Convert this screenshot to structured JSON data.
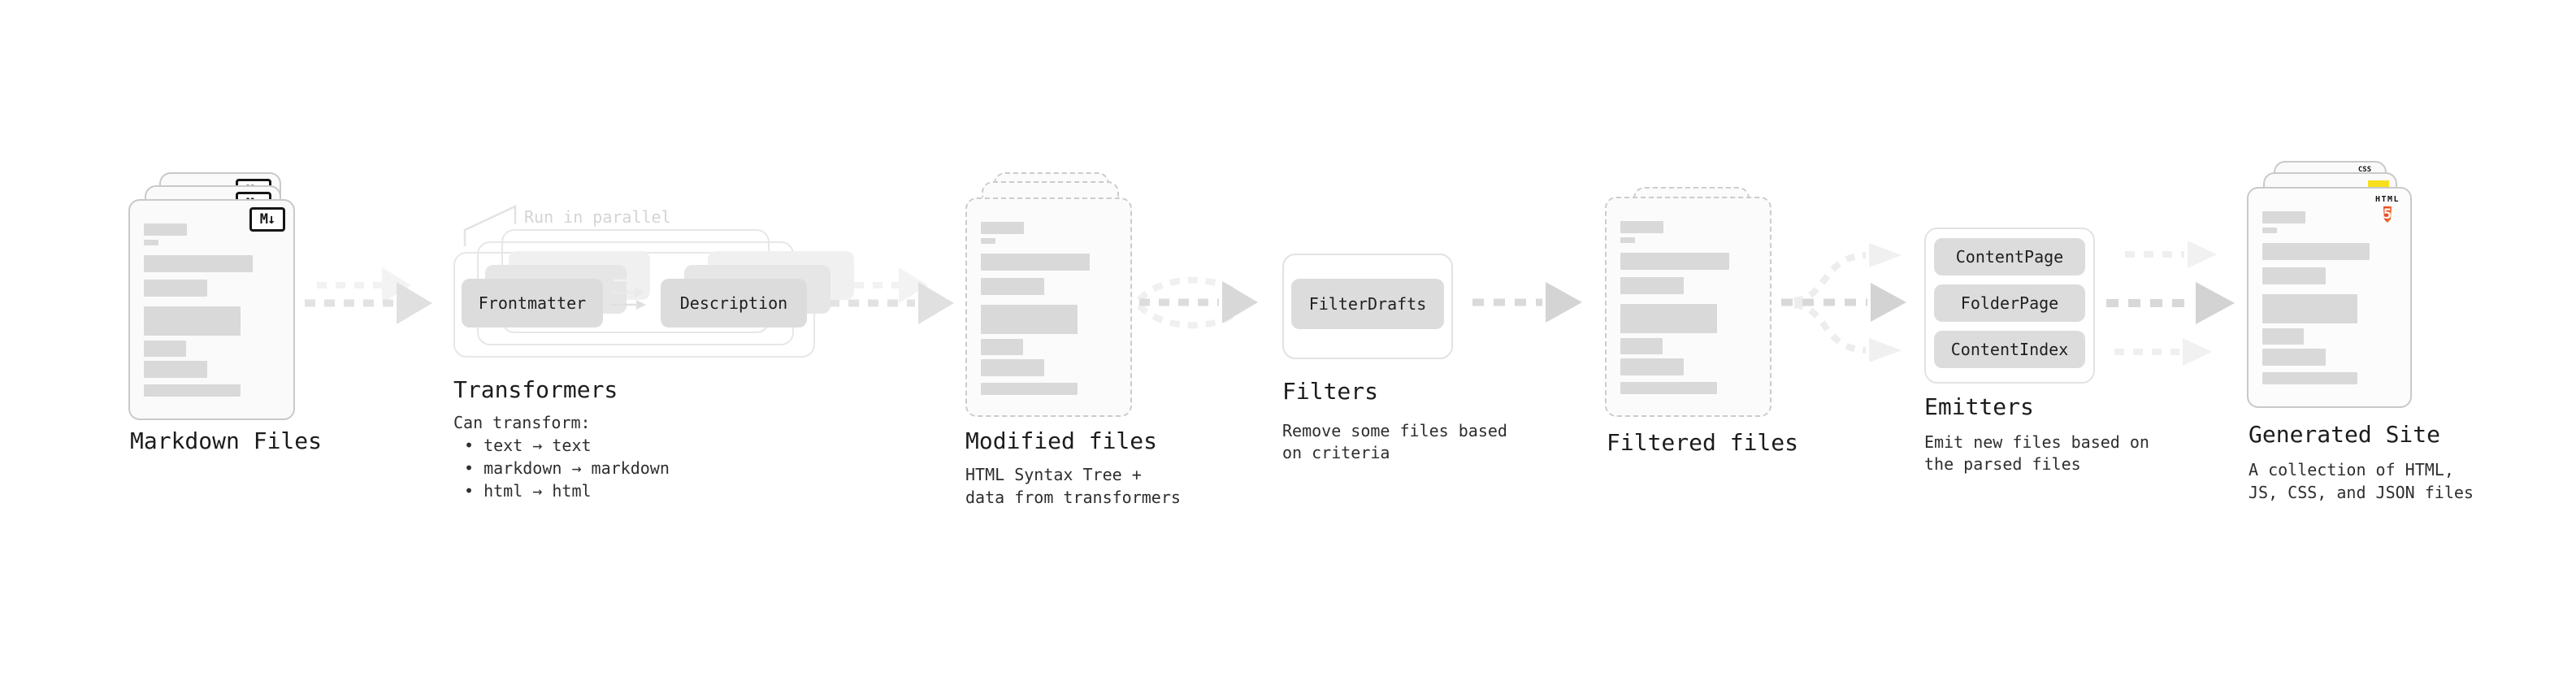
{
  "diagram": {
    "stages": {
      "markdown_files": {
        "title": "Markdown Files"
      },
      "transformers": {
        "annotation": "Run in parallel",
        "box_left": "Frontmatter",
        "box_right": "Description",
        "title": "Transformers",
        "desc_heading": "Can transform:",
        "bullets": [
          "• text → text",
          "• markdown → markdown",
          "• html → html"
        ]
      },
      "modified_files": {
        "title": "Modified files",
        "desc_line1": "HTML Syntax Tree +",
        "desc_line2": "data from transformers"
      },
      "filters": {
        "title": "Filters",
        "box": "FilterDrafts",
        "desc_line1": "Remove some files based",
        "desc_line2": "on criteria"
      },
      "filtered_files": {
        "title": "Filtered files"
      },
      "emitters": {
        "title": "Emitters",
        "boxes": [
          "ContentPage",
          "FolderPage",
          "ContentIndex"
        ],
        "desc_line1": "Emit new files based on",
        "desc_line2": "the parsed files"
      },
      "generated_site": {
        "title": "Generated Site",
        "desc_line1": "A collection of HTML,",
        "desc_line2": "JS, CSS, and JSON files"
      }
    },
    "icons": {
      "markdown_badge": "M↓",
      "html5_label": "HTML",
      "html5_numeral": "5",
      "css_badge": "CSS"
    },
    "colors": {
      "background": "#ffffff",
      "card_fill": "#fafafa",
      "card_border": "#c9c9c9",
      "bar_fill": "#d9d9d9",
      "node_fill": "#dcdcdc",
      "container_border": "#e7e7e7",
      "arrow_main": "#d9d9d9",
      "arrow_ghost": "#f0f0f0",
      "annotation_text": "#d4d4d4",
      "title_text": "#1c1c1c",
      "body_text": "#2e2e2e",
      "js_yellow": "#f7df1e",
      "html5_orange": "#e44d26",
      "css_blue": "#2962ff",
      "badge_ink": "#151515"
    }
  }
}
